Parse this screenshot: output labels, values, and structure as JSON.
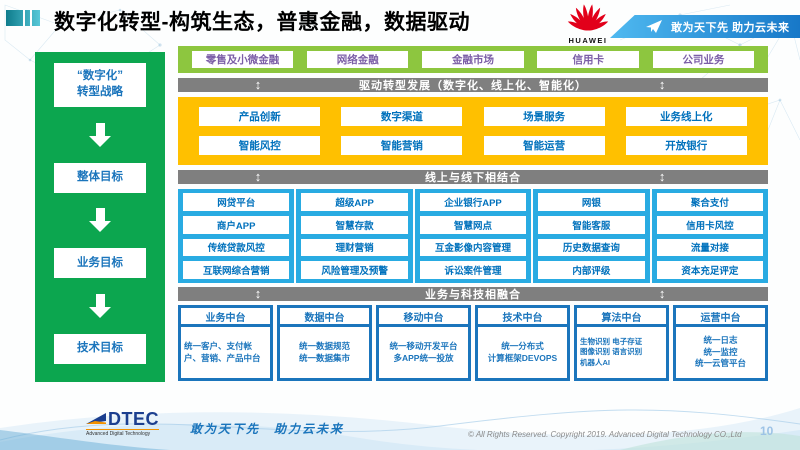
{
  "header": {
    "title": "数字化转型-构筑生态，普惠金融，数据驱动",
    "brand": "HUAWEI",
    "ribbon_tagline": "敢为天下先 助力云未来"
  },
  "glyphs": {
    "updown_arrow": "↕"
  },
  "sidebar": {
    "items": [
      {
        "label": "“数字化”\n转型战略"
      },
      {
        "label": "整体目标"
      },
      {
        "label": "业务目标"
      },
      {
        "label": "技术目标"
      }
    ]
  },
  "main": {
    "business_lines": [
      "零售及小微金融",
      "网络金融",
      "金融市场",
      "信用卡",
      "公司业务"
    ],
    "banner_drive": "驱动转型发展（数字化、线上化、智能化）",
    "transform_rows": [
      [
        "产品创新",
        "数字渠道",
        "场景服务",
        "业务线上化"
      ],
      [
        "智能风控",
        "智能营销",
        "智能运营",
        "开放银行"
      ]
    ],
    "banner_online_offline": "线上与线下相结合",
    "platform_grid": [
      [
        "网贷平台",
        "超级APP",
        "企业银行APP",
        "网银",
        "聚合支付"
      ],
      [
        "商户APP",
        "智慧存款",
        "智慧网点",
        "智能客服",
        "信用卡风控"
      ],
      [
        "传统贷款风控",
        "理财营销",
        "互金影像内容管理",
        "历史数据查询",
        "流量对接"
      ],
      [
        "互联网综合营销",
        "风险管理及预警",
        "诉讼案件管理",
        "内部评级",
        "资本充足评定"
      ]
    ],
    "banner_biz_tech": "业务与科技相融合",
    "middle_platforms": [
      {
        "title": "业务中台",
        "detail": "统一客户、支付帐户、营销、产品中台"
      },
      {
        "title": "数据中台",
        "detail": "统一数据规范\n统一数据集市"
      },
      {
        "title": "移动中台",
        "detail": "统一移动开发平台\n多APP统一投放"
      },
      {
        "title": "技术中台",
        "detail": "统一分布式\n计算框架DEVOPS"
      },
      {
        "title": "算法中台",
        "detail": "生物识别 电子存证\n图像识别 语言识别\n机器人AI"
      },
      {
        "title": "运营中台",
        "detail": "统一日志\n统一监控\n统一云管平台"
      }
    ]
  },
  "footer": {
    "logo_text": "DTEC",
    "logo_sub": "Advanced Digital Technology",
    "tagline": "敢为天下先　助力云未来",
    "copyright": "© All Rights Reserved. Copyright 2019. Advanced Digital Technology CO.,Ltd",
    "page_number": "10"
  },
  "colors": {
    "sidebar_green": "#0ca64f",
    "band_green": "#8dc63f",
    "banner_gray": "#7f7f7f",
    "yellow": "#ffc000",
    "grid_blue": "#29abe2",
    "mid_blue": "#1b75bc",
    "purple_text": "#7b5ea7",
    "huawei_red": "#e2001a"
  }
}
